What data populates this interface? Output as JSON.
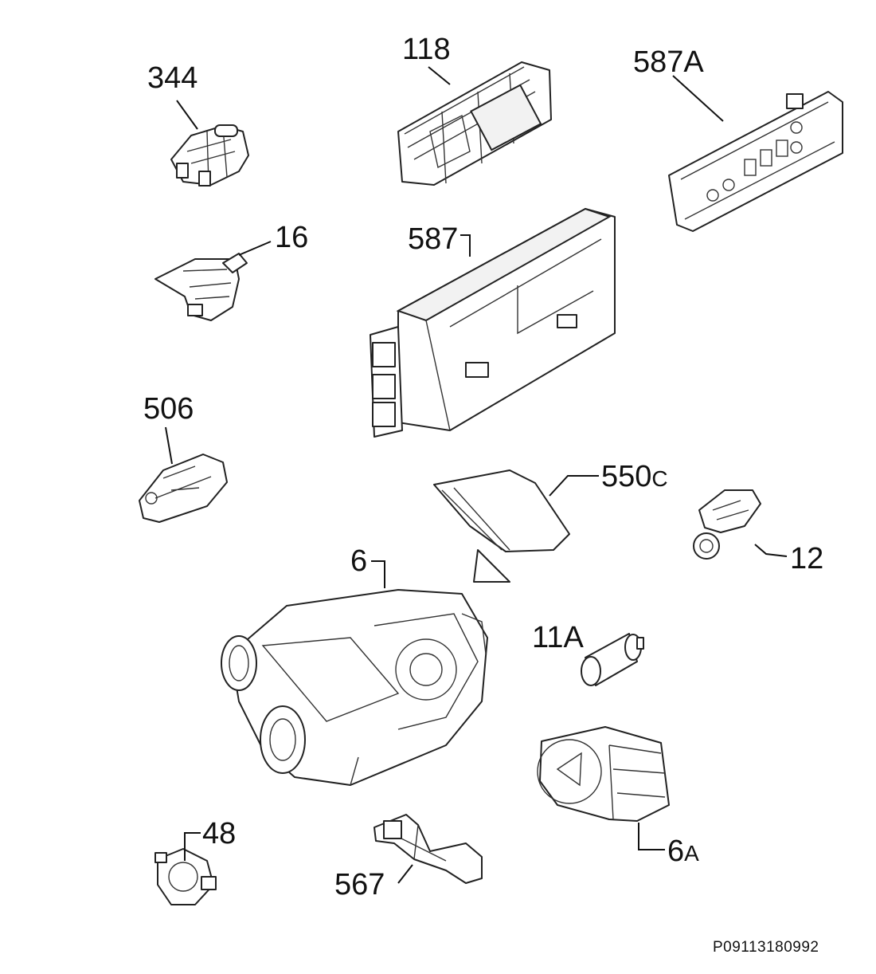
{
  "callouts": {
    "c344": "344",
    "c118": "118",
    "c587A": "587A",
    "c16": "16",
    "c587": "587",
    "c506": "506",
    "c550C_num": "550",
    "c550C_suffix": "C",
    "c12": "12",
    "c6": "6",
    "c11A": "11A",
    "c48": "48",
    "c567": "567",
    "c6A_num": "6",
    "c6A_suffix": "A"
  },
  "document_reference": "P09113180992"
}
